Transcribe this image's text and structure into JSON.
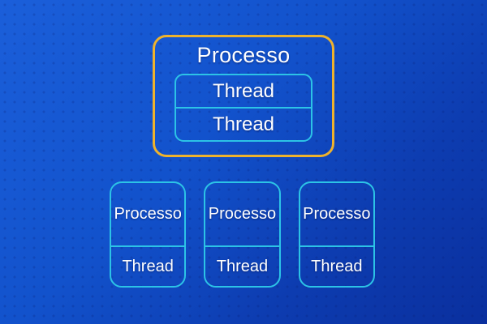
{
  "diagram": {
    "main_process": {
      "label": "Processo",
      "threads": [
        "Thread",
        "Thread"
      ]
    },
    "worker_processes": [
      {
        "label": "Processo",
        "thread": "Thread"
      },
      {
        "label": "Processo",
        "thread": "Thread"
      },
      {
        "label": "Processo",
        "thread": "Thread"
      }
    ],
    "colors": {
      "background_top_left": "#1b5fda",
      "background_bottom_right": "#0a2f9e",
      "main_process_border": "#eeb22d",
      "thread_border": "#2cc3e6",
      "text": "#ffffff"
    }
  }
}
